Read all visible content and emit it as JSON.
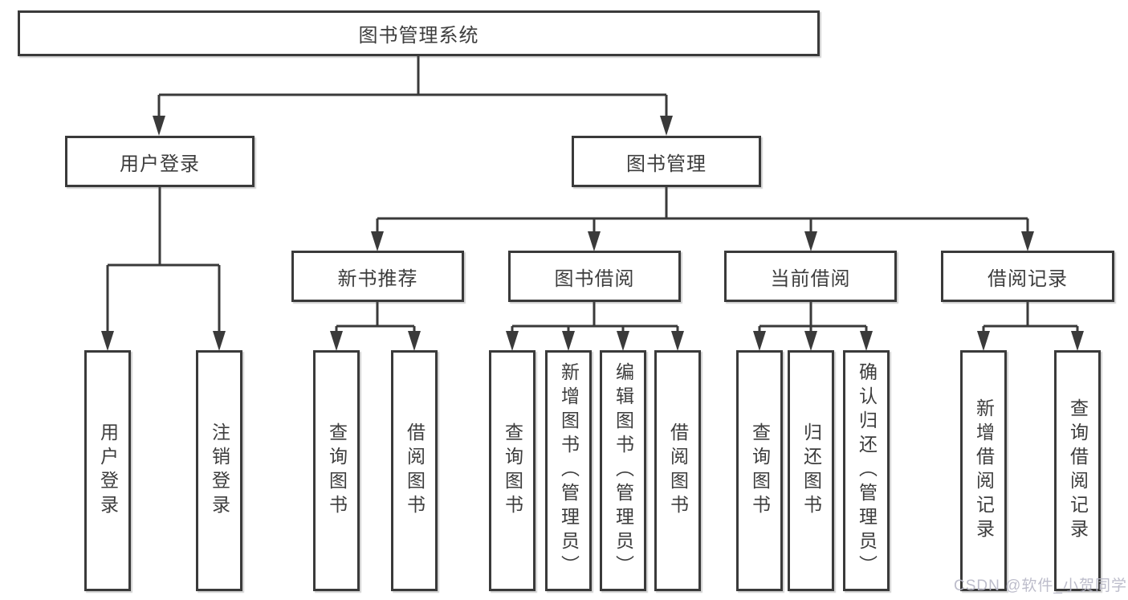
{
  "diagram": {
    "root": {
      "label": "图书管理系统"
    },
    "level2": [
      {
        "id": "user-login",
        "label": "用户登录",
        "parent": "图书管理系统"
      },
      {
        "id": "book-management",
        "label": "图书管理",
        "parent": "图书管理系统"
      }
    ],
    "level3": [
      {
        "id": "new-book-recommendation",
        "label": "新书推荐",
        "parent": "图书管理"
      },
      {
        "id": "book-borrowing",
        "label": "图书借阅",
        "parent": "图书管理"
      },
      {
        "id": "current-borrowing",
        "label": "当前借阅",
        "parent": "图书管理"
      },
      {
        "id": "borrowing-records",
        "label": "借阅记录",
        "parent": "图书管理"
      }
    ],
    "leaves": [
      {
        "id": "user-login-leaf",
        "label": "用户登录",
        "parent": "用户登录"
      },
      {
        "id": "logout",
        "label": "注销登录",
        "parent": "用户登录"
      },
      {
        "id": "query-books-recommend",
        "label": "查询图书",
        "parent": "新书推荐"
      },
      {
        "id": "borrow-books-recommend",
        "label": "借阅图书",
        "parent": "新书推荐"
      },
      {
        "id": "query-books-borrowing",
        "label": "查询图书",
        "parent": "图书借阅"
      },
      {
        "id": "add-books-admin",
        "label": "新增图书（管理员）",
        "parent": "图书借阅"
      },
      {
        "id": "edit-books-admin",
        "label": "编辑图书（管理员）",
        "parent": "图书借阅"
      },
      {
        "id": "borrow-books-borrowing",
        "label": "借阅图书",
        "parent": "图书借阅"
      },
      {
        "id": "query-books-current",
        "label": "查询图书",
        "parent": "当前借阅"
      },
      {
        "id": "return-books",
        "label": "归还图书",
        "parent": "当前借阅"
      },
      {
        "id": "confirm-return-admin",
        "label": "确认归还（管理员）",
        "parent": "当前借阅"
      },
      {
        "id": "add-borrow-record",
        "label": "新增借阅记录",
        "parent": "借阅记录"
      },
      {
        "id": "query-borrow-record",
        "label": "查询借阅记录",
        "parent": "借阅记录"
      }
    ],
    "colors": {
      "line": "#3a3a3a",
      "border": "#3a3a3a",
      "text": "#3d3d3d",
      "background": "#ffffff",
      "watermark": "#b7b7c7"
    },
    "watermark": {
      "text": "CSDN @软件_小贺同学"
    }
  }
}
